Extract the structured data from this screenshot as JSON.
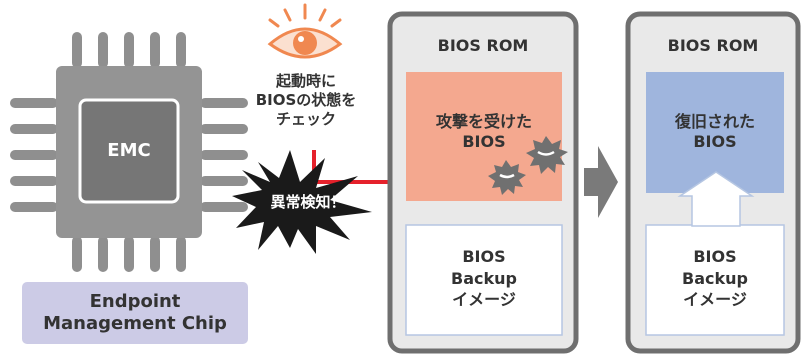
{
  "chip": {
    "emc_text": "EMC",
    "label_line1": "Endpoint",
    "label_line2": "Management Chip"
  },
  "monitor": {
    "line1": "起動時に",
    "line2": "BIOSの状態を",
    "line3": "チェック"
  },
  "alert": {
    "text": "異常検知！"
  },
  "rom_attacked": {
    "title": "BIOS ROM",
    "bios_line1": "攻撃を受けた",
    "bios_line2": "BIOS",
    "backup_line1": "BIOS",
    "backup_line2": "Backup",
    "backup_line3": "イメージ"
  },
  "rom_restored": {
    "title": "BIOS ROM",
    "bios_line1": "復旧された",
    "bios_line2": "BIOS",
    "backup_line1": "BIOS",
    "backup_line2": "Backup",
    "backup_line3": "イメージ"
  },
  "colors": {
    "chip_body": "#949494",
    "chip_core": "#767676",
    "chip_label_bg": "#cccbe6",
    "rom_frame": "#6f6f6f",
    "rom_bg": "#e9e9e9",
    "attacked_bios": "#f4a88f",
    "restored_bios": "#9fb5dd",
    "alert_arrow": "#e5212b",
    "eye": "#f08850",
    "flow_arrow": "#7a7a7a"
  }
}
